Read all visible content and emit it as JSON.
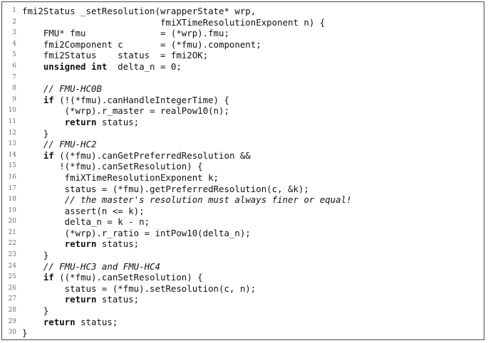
{
  "code": {
    "lines": [
      {
        "n": "1",
        "tokens": [
          {
            "t": "fmi2Status _setResolution(wrapperState* wrp,",
            "k": "p"
          }
        ]
      },
      {
        "n": "2",
        "tokens": [
          {
            "t": "                          fmiXTimeResolutionExponent n) {",
            "k": "p"
          }
        ]
      },
      {
        "n": "3",
        "tokens": [
          {
            "t": "    FMU* fmu              = (*wrp).fmu;",
            "k": "p"
          }
        ]
      },
      {
        "n": "4",
        "tokens": [
          {
            "t": "    fmi2Component c       = (*fmu).component;",
            "k": "p"
          }
        ]
      },
      {
        "n": "5",
        "tokens": [
          {
            "t": "    fmi2Status    status  = fmi2OK;",
            "k": "p"
          }
        ]
      },
      {
        "n": "6",
        "tokens": [
          {
            "t": "    ",
            "k": "p"
          },
          {
            "t": "unsigned int",
            "k": "kw"
          },
          {
            "t": "  delta_n = 0;",
            "k": "p"
          }
        ]
      },
      {
        "n": "7",
        "tokens": []
      },
      {
        "n": "8",
        "tokens": [
          {
            "t": "    ",
            "k": "p"
          },
          {
            "t": "// FMU-HC0B",
            "k": "cm"
          }
        ]
      },
      {
        "n": "9",
        "tokens": [
          {
            "t": "    ",
            "k": "p"
          },
          {
            "t": "if",
            "k": "kw"
          },
          {
            "t": " (!(*fmu).canHandleIntegerTime) {",
            "k": "p"
          }
        ]
      },
      {
        "n": "10",
        "tokens": [
          {
            "t": "        (*wrp).r_master = realPow10(n);",
            "k": "p"
          }
        ]
      },
      {
        "n": "11",
        "tokens": [
          {
            "t": "        ",
            "k": "p"
          },
          {
            "t": "return",
            "k": "kw"
          },
          {
            "t": " status;",
            "k": "p"
          }
        ]
      },
      {
        "n": "12",
        "tokens": [
          {
            "t": "    }",
            "k": "p"
          }
        ]
      },
      {
        "n": "13",
        "tokens": [
          {
            "t": "    ",
            "k": "p"
          },
          {
            "t": "// FMU-HC2",
            "k": "cm"
          }
        ]
      },
      {
        "n": "14",
        "tokens": [
          {
            "t": "    ",
            "k": "p"
          },
          {
            "t": "if",
            "k": "kw"
          },
          {
            "t": " ((*fmu).canGetPreferredResolution &&",
            "k": "p"
          }
        ]
      },
      {
        "n": "15",
        "tokens": [
          {
            "t": "       !(*fmu).canSetResolution) {",
            "k": "p"
          }
        ]
      },
      {
        "n": "16",
        "tokens": [
          {
            "t": "        fmiXTimeResolutionExponent k;",
            "k": "p"
          }
        ]
      },
      {
        "n": "17",
        "tokens": [
          {
            "t": "        status = (*fmu).getPreferredResolution(c, &k);",
            "k": "p"
          }
        ]
      },
      {
        "n": "18",
        "tokens": [
          {
            "t": "        ",
            "k": "p"
          },
          {
            "t": "// the master's resolution must always finer or equal!",
            "k": "cm"
          }
        ]
      },
      {
        "n": "19",
        "tokens": [
          {
            "t": "        assert(n <= k);",
            "k": "p"
          }
        ]
      },
      {
        "n": "20",
        "tokens": [
          {
            "t": "        delta_n = k - n;",
            "k": "p"
          }
        ]
      },
      {
        "n": "21",
        "tokens": [
          {
            "t": "        (*wrp).r_ratio = intPow10(delta_n);",
            "k": "p"
          }
        ]
      },
      {
        "n": "22",
        "tokens": [
          {
            "t": "        ",
            "k": "p"
          },
          {
            "t": "return",
            "k": "kw"
          },
          {
            "t": " status;",
            "k": "p"
          }
        ]
      },
      {
        "n": "23",
        "tokens": [
          {
            "t": "    }",
            "k": "p"
          }
        ]
      },
      {
        "n": "24",
        "tokens": [
          {
            "t": "    ",
            "k": "p"
          },
          {
            "t": "// FMU-HC3 and FMU-HC4",
            "k": "cm"
          }
        ]
      },
      {
        "n": "25",
        "tokens": [
          {
            "t": "    ",
            "k": "p"
          },
          {
            "t": "if",
            "k": "kw"
          },
          {
            "t": " ((*fmu).canSetResolution) {",
            "k": "p"
          }
        ]
      },
      {
        "n": "26",
        "tokens": [
          {
            "t": "        status = (*fmu).setResolution(c, n);",
            "k": "p"
          }
        ]
      },
      {
        "n": "27",
        "tokens": [
          {
            "t": "        ",
            "k": "p"
          },
          {
            "t": "return",
            "k": "kw"
          },
          {
            "t": " status;",
            "k": "p"
          }
        ]
      },
      {
        "n": "28",
        "tokens": [
          {
            "t": "    }",
            "k": "p"
          }
        ]
      },
      {
        "n": "29",
        "tokens": [
          {
            "t": "    ",
            "k": "p"
          },
          {
            "t": "return",
            "k": "kw"
          },
          {
            "t": " status;",
            "k": "p"
          }
        ]
      },
      {
        "n": "30",
        "tokens": [
          {
            "t": "}",
            "k": "p"
          }
        ]
      }
    ]
  }
}
